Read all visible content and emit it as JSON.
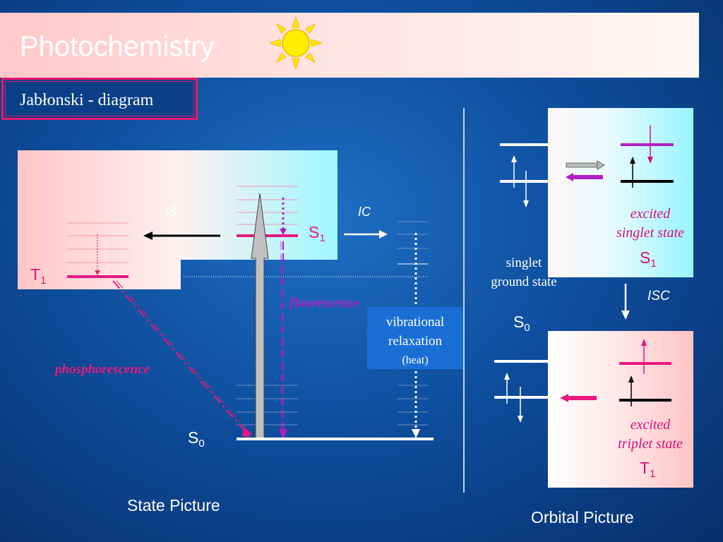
{
  "header": {
    "title": "Photochemistry",
    "subtitle": "Jabłonski - diagram"
  },
  "state_picture": {
    "caption": "State Picture",
    "s1_label": "S",
    "s1_sub": "1",
    "t1_label": "T",
    "t1_sub": "1",
    "s0_label": "S",
    "s0_sub": "0",
    "ic_label": "IC",
    "isc_partial": "IS",
    "fluorescence": "fluorescence",
    "phosphorescence": "phosphorescence",
    "vib_line1": "vibrational",
    "vib_line2": "relaxation",
    "vib_line3": "(heat)"
  },
  "orbital_picture": {
    "caption": "Orbital Picture",
    "singlet_ground_1": "singlet",
    "singlet_ground_2": "ground state",
    "s0_label": "S",
    "s0_sub": "0",
    "excited_singlet_1": "excited",
    "excited_singlet_2": "singlet state",
    "s1_label": "S",
    "s1_sub": "1",
    "isc_label": "ISC",
    "excited_triplet_1": "excited",
    "excited_triplet_2": "triplet state",
    "t1_label": "T",
    "t1_sub": "1"
  },
  "colors": {
    "pink": "#e8187e",
    "magenta": "#b01ec8",
    "sun": "#ffee00"
  }
}
